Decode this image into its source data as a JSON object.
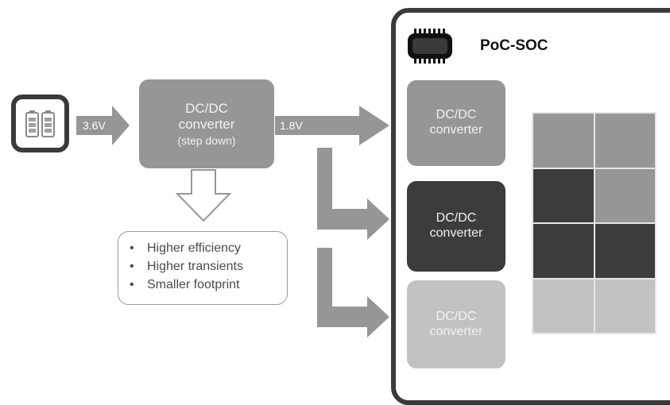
{
  "soc": {
    "title": "PoC-SOC"
  },
  "battery": {
    "icon": "battery-icon"
  },
  "chip": {
    "icon": "chip-icon"
  },
  "main_converter": {
    "line1": "DC/DC",
    "line2": "converter",
    "line3": "(step down)",
    "color": "#969696"
  },
  "input_voltage": "3.6V",
  "output_voltage": "1.8V",
  "benefits": {
    "bullet": "•",
    "items": [
      "Higher efficiency",
      "Higher transients",
      "Smaller footprint"
    ]
  },
  "soc_converters": [
    {
      "line1": "DC/DC",
      "line2": "converter",
      "color": "#969696"
    },
    {
      "line1": "DC/DC",
      "line2": "converter",
      "color": "#3c3c3c"
    },
    {
      "line1": "DC/DC",
      "line2": "converter",
      "color": "#c2c2c2"
    }
  ],
  "grid_cells": [
    {
      "color": "#969696"
    },
    {
      "color": "#969696"
    },
    {
      "color": "#3c3c3c"
    },
    {
      "color": "#969696"
    },
    {
      "color": "#3c3c3c"
    },
    {
      "color": "#3c3c3c"
    },
    {
      "color": "#c2c2c2"
    },
    {
      "color": "#c2c2c2"
    }
  ],
  "colors": {
    "arrow": "#969696",
    "frame": "#3a3a3a"
  }
}
